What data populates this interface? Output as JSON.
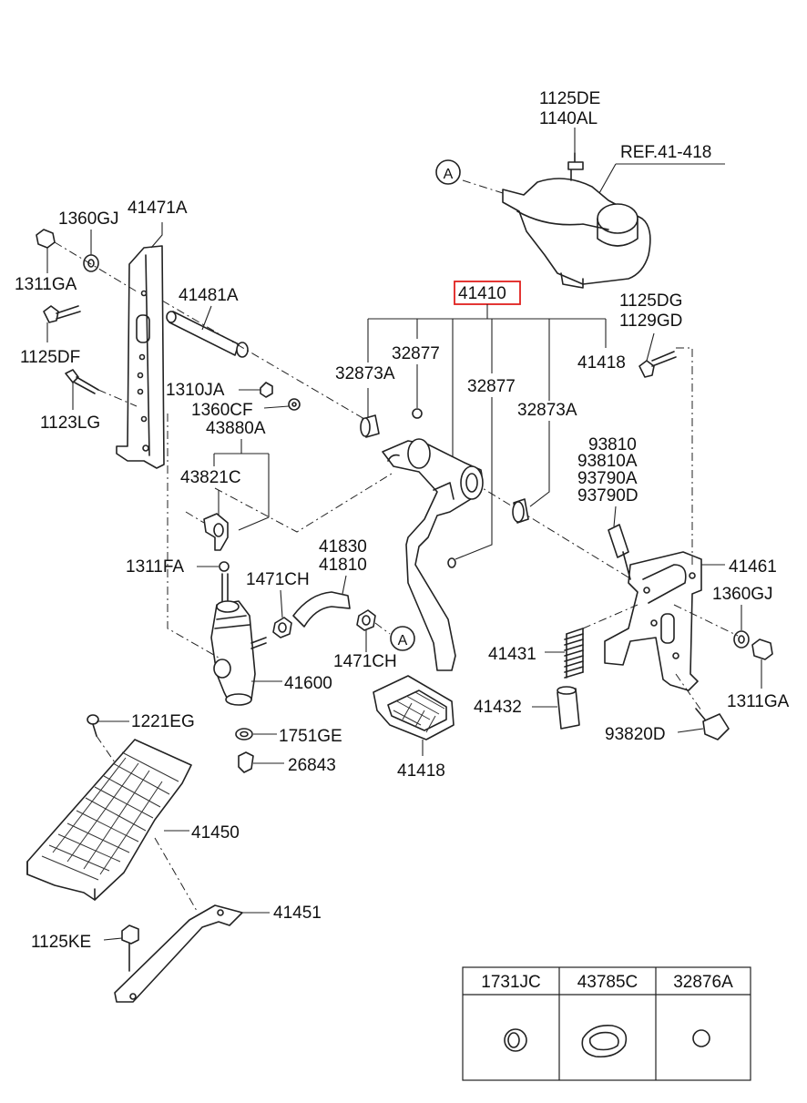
{
  "diagram": {
    "highlighted_part": "41410",
    "colors": {
      "line": "#222222",
      "highlight_box": "#e0201e",
      "background": "#ffffff"
    },
    "labels": {
      "p1125DE": "1125DE",
      "p1140AL": "1140AL",
      "ref": "REF.41-418",
      "refA_top": "A",
      "p1360GJ_left": "1360GJ",
      "p41471A": "41471A",
      "p1311GA_left": "1311GA",
      "p41481A": "41481A",
      "p1125DF": "1125DF",
      "p1123LG": "1123LG",
      "p1310JA": "1310JA",
      "p1360CF": "1360CF",
      "p43880A": "43880A",
      "p43821C": "43821C",
      "p41410": "41410",
      "p1125DG": "1125DG",
      "p1129GD": "1129GD",
      "p32877_a": "32877",
      "p32873A_a": "32873A",
      "p41418_top": "41418",
      "p32877_b": "32877",
      "p32873A_b": "32873A",
      "p93810": "93810",
      "p93810A": "93810A",
      "p93790A": "93790A",
      "p93790D": "93790D",
      "p41461": "41461",
      "p1360GJ_right": "1360GJ",
      "p1311GA_right": "1311GA",
      "p1311FA": "1311FA",
      "p41830": "41830",
      "p41810": "41810",
      "p1471CH_a": "1471CH",
      "p1471CH_b": "1471CH",
      "refA_mid": "A",
      "p41600": "41600",
      "p41431": "41431",
      "p41432": "41432",
      "p93820D": "93820D",
      "p1221EG": "1221EG",
      "p1751GE": "1751GE",
      "p26843": "26843",
      "p41418_bottom": "41418",
      "p41450": "41450",
      "p41451": "41451",
      "p1125KE": "1125KE"
    },
    "table": {
      "headers": [
        "1731JC",
        "43785C",
        "32876A"
      ]
    }
  }
}
